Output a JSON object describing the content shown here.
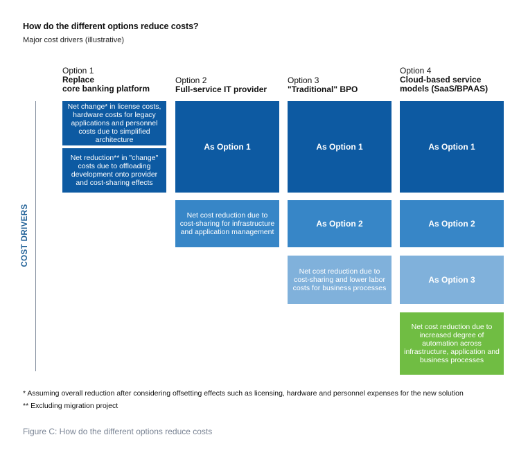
{
  "title": "How do the different options reduce costs?",
  "subtitle": "Major cost drivers (illustrative)",
  "axis_label": "COST DRIVERS",
  "columns": [
    {
      "option": "Option 1",
      "name_lines": [
        "Replace",
        "core banking platform"
      ]
    },
    {
      "option": "Option 2",
      "name_lines": [
        "Full-service IT provider"
      ]
    },
    {
      "option": "Option 3",
      "name_lines": [
        "\"Traditional\" BPO"
      ]
    },
    {
      "option": "Option 4",
      "name_lines": [
        "Cloud-based service",
        "models (SaaS/BPAAS)"
      ]
    }
  ],
  "boxes": {
    "o1_a": "Net change* in license costs, hardware costs for legacy applications and personnel costs due to simplified architecture",
    "o1_b": "Net reduction** in \"change\" costs due to offloading development onto provider and cost-sharing effects",
    "o2_a": "As Option 1",
    "o2_b": "Net cost reduction due to cost-sharing for infrastructure and application management",
    "o3_a": "As Option 1",
    "o3_b": "As Option 2",
    "o3_c": "Net cost reduction due to cost-sharing and lower labor costs for business processes",
    "o4_a": "As Option 1",
    "o4_b": "As Option 2",
    "o4_c": "As Option 3",
    "o4_d": "Net cost reduction due to increased degree of automation across infrastructure, application and business processes"
  },
  "colors": {
    "level1": "#0d5aa2",
    "level2": "#3786c7",
    "level3": "#80b1db",
    "automation": "#70bd43",
    "axis_label": "#1e5f96"
  },
  "footnotes": [
    "*  Assuming overall reduction after considering offsetting effects such as licensing, hardware and personnel expenses for the new solution",
    "** Excluding migration project"
  ],
  "caption": "Figure C: How do the different options reduce costs"
}
